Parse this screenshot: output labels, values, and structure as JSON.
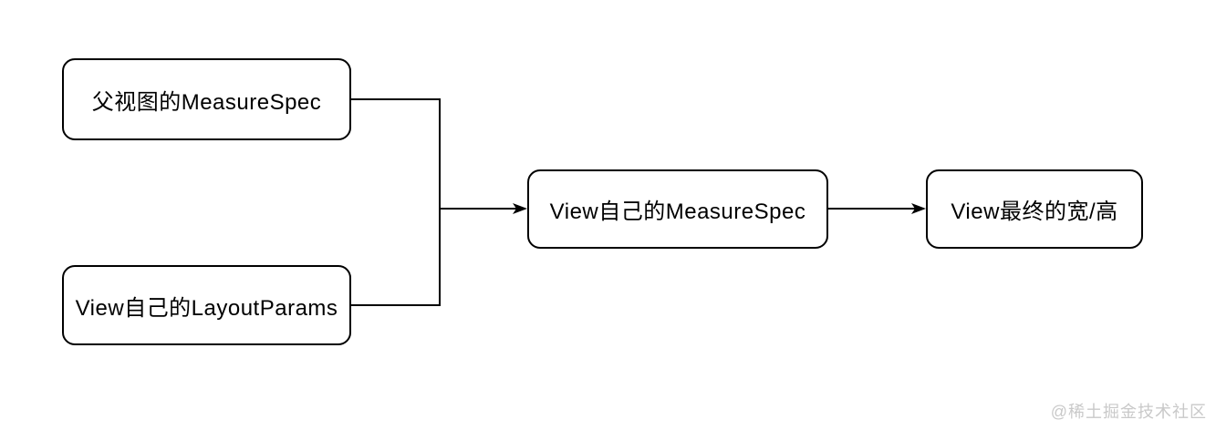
{
  "diagram": {
    "title_implicit": "View measure flow",
    "nodes": {
      "parent_measurespec": {
        "label": "父视图的MeasureSpec"
      },
      "view_layoutparams": {
        "label": "View自己的LayoutParams"
      },
      "view_measurespec": {
        "label": "View自己的MeasureSpec"
      },
      "view_final_size": {
        "label": "View最终的宽/高"
      }
    },
    "edges": [
      {
        "from": "parent_measurespec",
        "to": "view_measurespec",
        "arrow": true
      },
      {
        "from": "view_layoutparams",
        "to": "view_measurespec",
        "arrow": true
      },
      {
        "from": "view_measurespec",
        "to": "view_final_size",
        "arrow": true
      }
    ],
    "watermark": {
      "text": "@稀土掘金技术社区"
    },
    "colors": {
      "background": "#ffffff",
      "box_fill": "#ffffff",
      "box_border": "#000000",
      "line": "#000000",
      "text": "#000000",
      "watermark": "#c9c9c9"
    }
  }
}
